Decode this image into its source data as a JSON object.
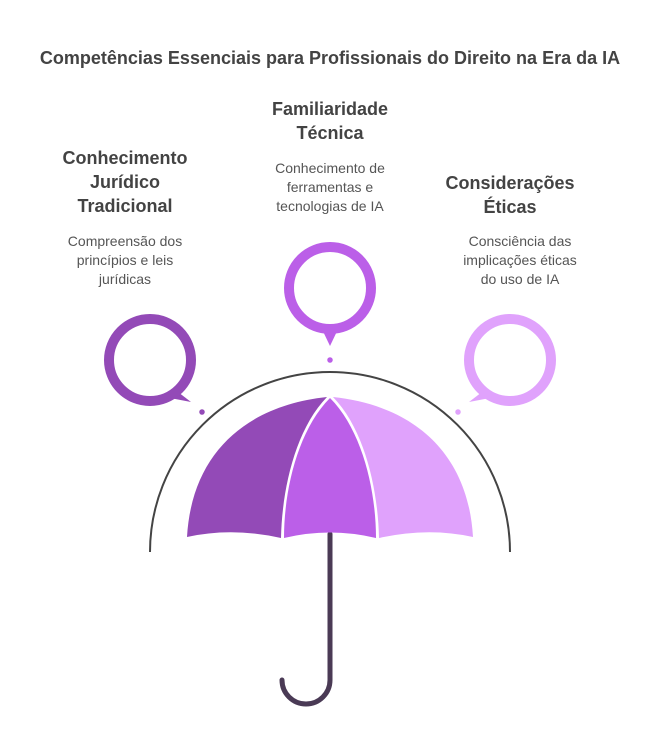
{
  "title": "Competências Essenciais para Profissionais do Direito na Era da IA",
  "items": [
    {
      "heading": "Conhecimento Jurídico Tradicional",
      "description": "Compreensão dos princípios e leis jurídicas",
      "color": "#934ab7"
    },
    {
      "heading": "Familiaridade Técnica",
      "description": "Conhecimento de ferramentas e tecnologias de IA",
      "color": "#bb5fe8"
    },
    {
      "heading": "Considerações Éticas",
      "description": "Consciência das implicações éticas do uso de IA",
      "color": "#e0a2fc"
    }
  ],
  "handle_color": "#4a3a55"
}
